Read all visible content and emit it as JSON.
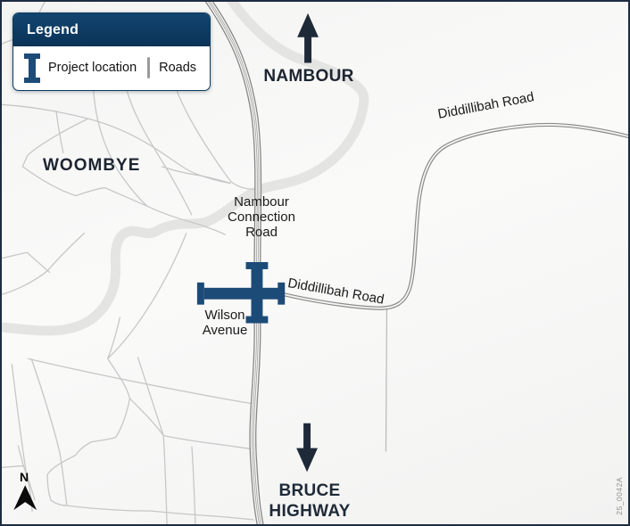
{
  "legend": {
    "title": "Legend",
    "items": [
      {
        "label": "Project location",
        "symbol": "project-ibeam"
      },
      {
        "label": "Roads",
        "symbol": "road-bar"
      }
    ]
  },
  "labels": {
    "nambour": "NAMBOUR",
    "woombye": "WOOMBYE",
    "diddillibah_road_upper": "Diddillibah Road",
    "diddillibah_road_lower": "Diddillibah Road",
    "nambour_connection_road": [
      "Nambour",
      "Connection",
      "Road"
    ],
    "wilson_avenue": [
      "Wilson",
      "Avenue"
    ],
    "bruce_highway": [
      "BRUCE",
      "HIGHWAY"
    ],
    "compass": "N",
    "sheet_code": "25_0042A"
  },
  "colors": {
    "legend_header_navy": "#0d3a5e",
    "project_marker_blue": "#1d4b77",
    "destination_arrow": "#1f2a38",
    "major_road_gray": "#8a8a8a",
    "minor_road_gray": "#c7c7c7",
    "creek_gray": "#e4e4e3",
    "background": "#f7f7f6",
    "frame_navy": "#1d2c40"
  }
}
